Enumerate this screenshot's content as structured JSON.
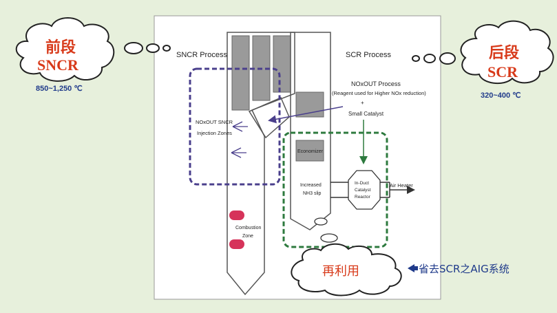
{
  "diagram": {
    "sncr_process": "SNCR Process",
    "scr_process": "SCR Process",
    "noxout_process": "NOxOUT Process",
    "noxout_sub": "(Reagent used for Higher NOx reduction)",
    "plus": "+",
    "small_catalyst": "Small Catalyst",
    "injection_line1": "NOxOUT SNCR",
    "injection_line2": "Injection Zones",
    "economizer": "Economizer",
    "nh3_line1": "Increased",
    "nh3_line2": "NH3 slip",
    "reactor_line1": "In-Duct",
    "reactor_line2": "Catalyst",
    "reactor_line3": "Reactor",
    "air_heater": "Air Heater",
    "combustion_line1": "Combustion",
    "combustion_line2": "Zone"
  },
  "callouts": {
    "left_title": "前段",
    "left_subtitle": "SNCR",
    "left_temp": "850~1,250 ℃",
    "right_title": "后段",
    "right_subtitle": "SCR",
    "right_temp": "320~400 ℃",
    "bottom_label": "再利用",
    "bottom_note": "省去SCR之AIG系统"
  },
  "colors": {
    "background": "#e7f0dc",
    "accent_red": "#d83a1a",
    "accent_blue": "#1f3a8a",
    "sncr_box": "#4a3f8c",
    "scr_box": "#2d7a3e",
    "combustion": "#d6335a"
  }
}
